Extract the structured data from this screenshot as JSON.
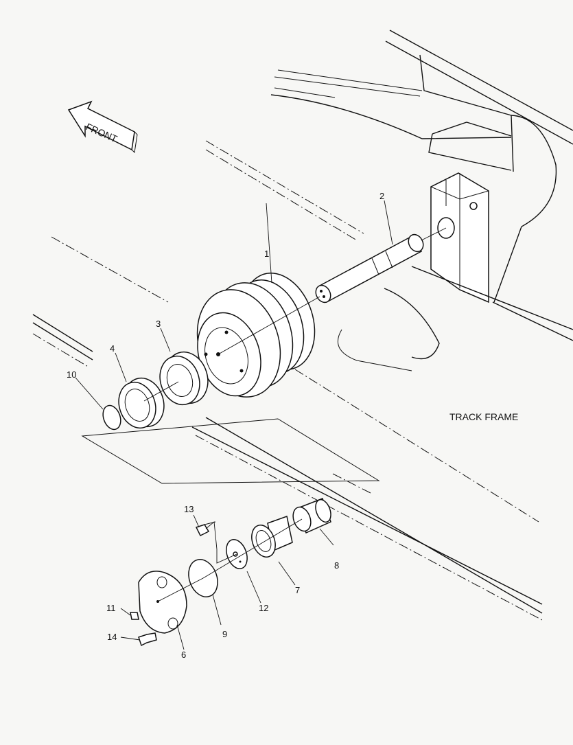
{
  "diagram": {
    "front_label": "FRONT",
    "track_frame_label": "TRACK FRAME",
    "callouts": [
      "1",
      "2",
      "3",
      "4",
      "6",
      "7",
      "8",
      "9",
      "10",
      "11",
      "12",
      "13",
      "14"
    ]
  }
}
